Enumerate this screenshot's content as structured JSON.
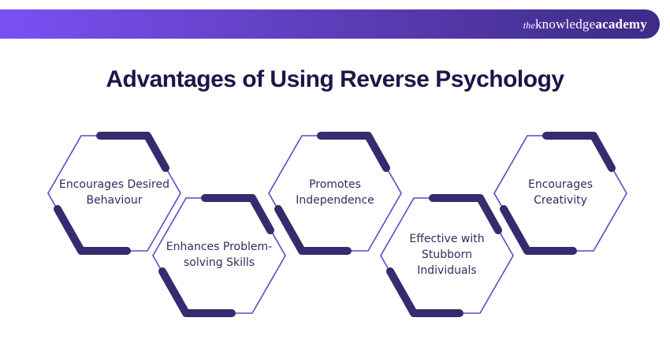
{
  "header": {
    "logo": {
      "the": "the",
      "knowledge": "knowledge",
      "academy": "academy"
    },
    "gradient_start": "#7c4ff3",
    "gradient_end": "#3d2b87"
  },
  "title": "Advantages of Using Reverse Psychology",
  "hexagons": [
    {
      "label": "Encourages Desired Behaviour"
    },
    {
      "label": "Enhances Problem-solving Skills"
    },
    {
      "label": "Promotes Independence"
    },
    {
      "label": "Effective with Stubborn Individuals"
    },
    {
      "label": "Encourages Creativity"
    }
  ],
  "colors": {
    "title_text": "#1c1748",
    "hexagon_label_text": "#312b5f",
    "hexagon_outline": "#5b4ac6",
    "hexagon_bold_stroke": "#372a6e",
    "logo_text": "#ffffff",
    "background": "#ffffff"
  }
}
